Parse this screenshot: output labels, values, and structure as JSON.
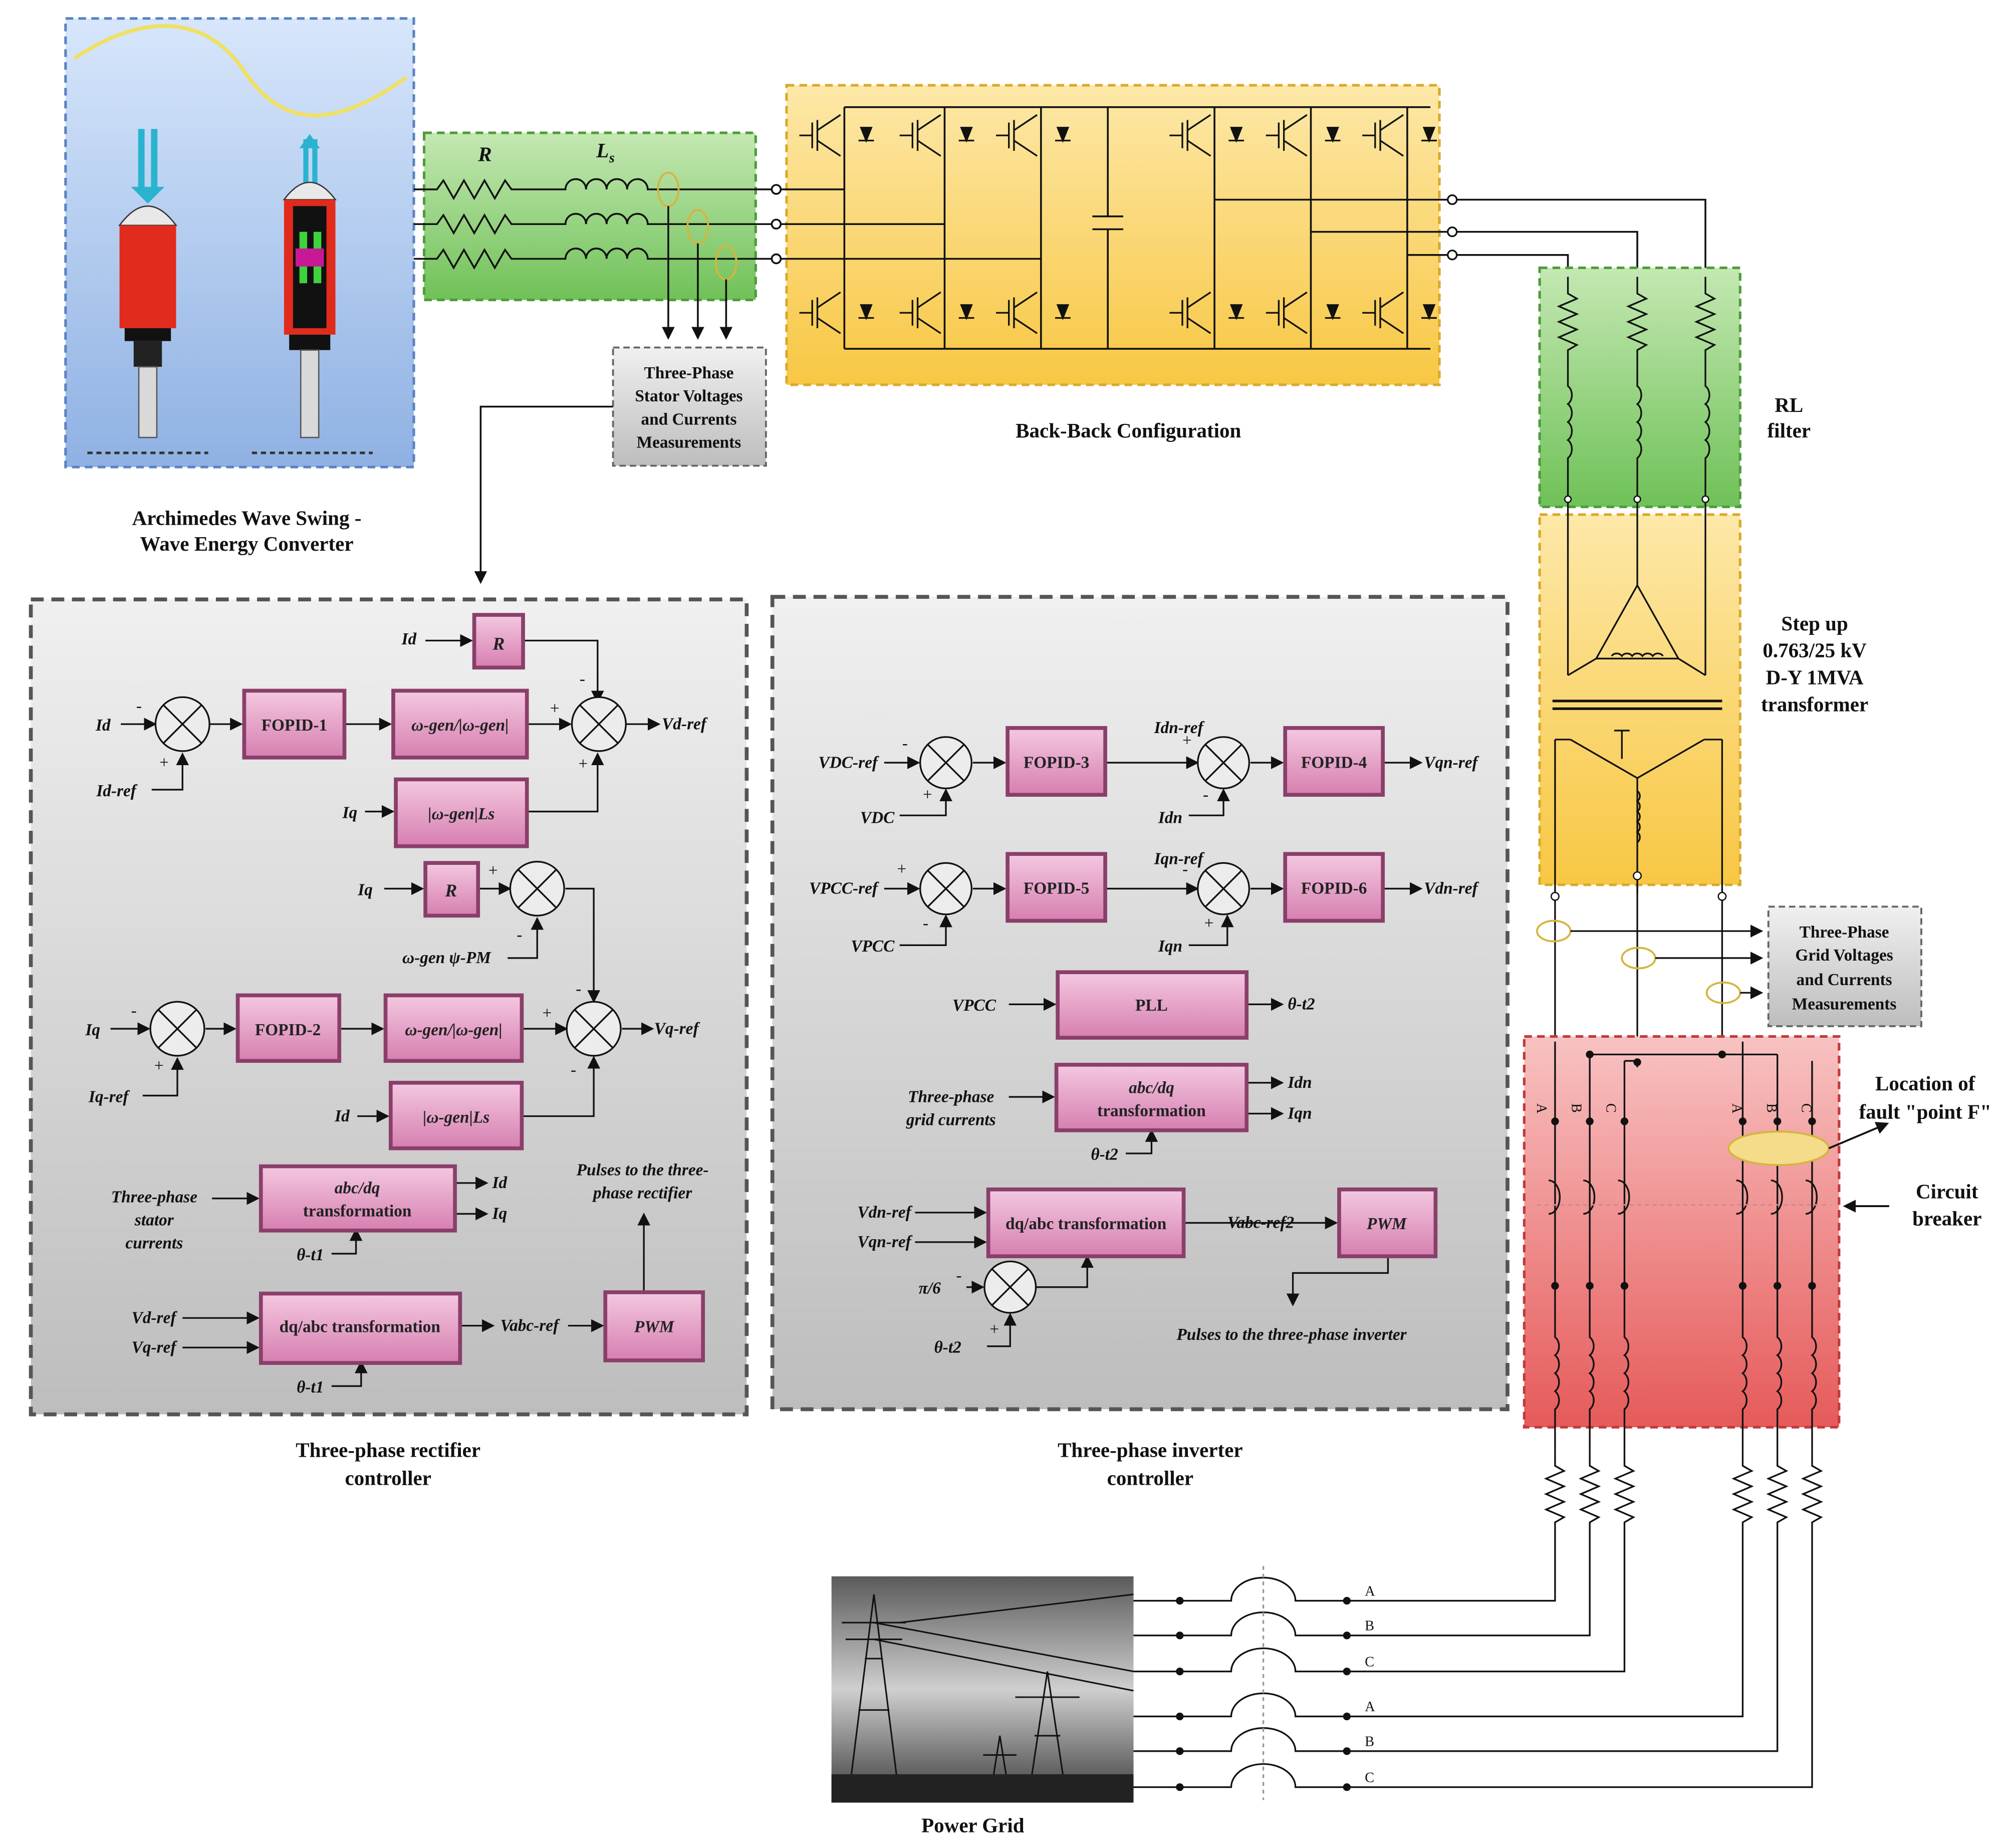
{
  "colors": {
    "wec_panel": "#b7cdef",
    "filter_panel": "#9dd48a",
    "converter_panel": "#fbd978",
    "rl_panel": "#8fd279",
    "transformer_panel": "#fcd76d",
    "breaker_panel": "#f08d8d",
    "controller_panel": "#d6d6d6",
    "block_fill": "#e8a3c8",
    "measure_box": "#cfcfcf"
  },
  "wec": {
    "caption_line1": "Archimedes Wave Swing -",
    "caption_line2": "Wave Energy Converter"
  },
  "filter": {
    "r_label": "R",
    "ls_label": "L",
    "ls_sub": "s"
  },
  "stator_meas": {
    "line1": "Three-Phase",
    "line2": "Stator Voltages",
    "line3": "and Currents",
    "line4": "Measurements"
  },
  "converter": {
    "caption": "Back-Back Configuration"
  },
  "rl": {
    "line1": "RL",
    "line2": "filter"
  },
  "transformer": {
    "line1": "Step up",
    "line2": "0.763/25 kV",
    "line3": "D-Y 1MVA",
    "line4": "transformer"
  },
  "grid_meas": {
    "line1": "Three-Phase",
    "line2": "Grid Voltages",
    "line3": "and Currents",
    "line4": "Measurements"
  },
  "fault": {
    "line1": "Location of",
    "line2": "fault \"point F\""
  },
  "breaker": {
    "line1": "Circuit",
    "line2": "breaker"
  },
  "phases": {
    "a": "A",
    "b": "B",
    "c": "C"
  },
  "grid": {
    "caption": "Power Grid"
  },
  "rectifier": {
    "caption_line1": "Three-phase rectifier",
    "caption_line2": "controller",
    "id": "Id",
    "id_ref": "Id-ref",
    "iq": "Iq",
    "iq_ref": "Iq-ref",
    "r": "R",
    "fopid1": "FOPID-1",
    "fopid2": "FOPID-2",
    "wgen_ratio": "ω-gen/|ω-gen|",
    "wgen_ls": "|ω-gen|Ls",
    "wgen_psi": "ω-gen ψ-PM",
    "vd_ref": "Vd-ref",
    "vq_ref": "Vq-ref",
    "stator_currents_1": "Three-phase",
    "stator_currents_2": "stator",
    "stator_currents_3": "currents",
    "abcdq_1": "abc/dq",
    "abcdq_2": "transformation",
    "theta_t1": "θ-t1",
    "dqabc": "dq/abc transformation",
    "vabc_ref": "Vabc-ref",
    "pwm": "PWM",
    "pulses_1": "Pulses to the three-",
    "pulses_2": "phase rectifier"
  },
  "inverter": {
    "caption_line1": "Three-phase inverter",
    "caption_line2": "controller",
    "vdc_ref": "VDC-ref",
    "vdc": "VDC",
    "fopid3": "FOPID-3",
    "idn_ref": "Idn-ref",
    "idn": "Idn",
    "fopid4": "FOPID-4",
    "vqn_ref": "Vqn-ref",
    "vpcc_ref": "VPCC-ref",
    "vpcc": "VPCC",
    "fopid5": "FOPID-5",
    "iqn_ref": "Iqn-ref",
    "iqn": "Iqn",
    "fopid6": "FOPID-6",
    "vdn_ref": "Vdn-ref",
    "pll": "PLL",
    "theta_t2": "θ-t2",
    "grid_currents_1": "Three-phase",
    "grid_currents_2": "grid currents",
    "abcdq_1": "abc/dq",
    "abcdq_2": "transformation",
    "dqabc": "dq/abc transformation",
    "vabc_ref2": "Vabc-ref2",
    "pwm": "PWM",
    "pi6": "π/6",
    "pulses": "Pulses to the three-phase inverter"
  },
  "signs": {
    "plus": "+",
    "minus": "-"
  }
}
